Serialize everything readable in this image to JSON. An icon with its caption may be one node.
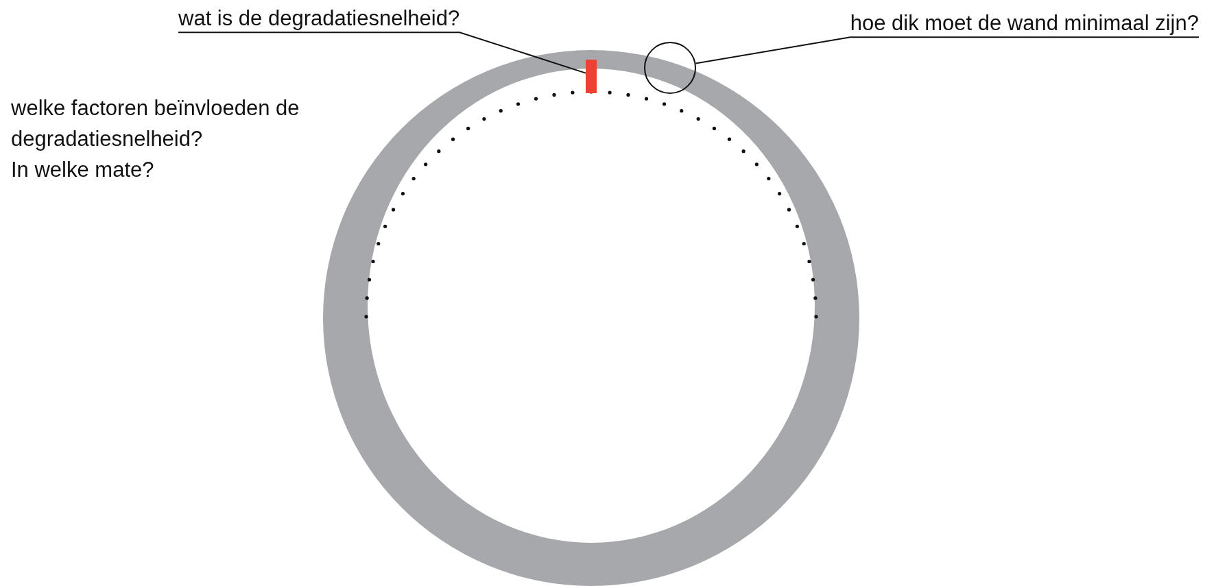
{
  "diagram": {
    "nodes": [
      {
        "text": [
          "wat is de degradatiesnelheid?"
        ]
      },
      {
        "text": [],
        "shape": "bar"
      },
      {
        "text": [
          "hoe dik moet de wand minimaal zijn?"
        ]
      },
      {
        "text": [],
        "shape": "circle"
      }
    ],
    "edges": [
      {
        "from": 0,
        "to": 1,
        "arrow": "none"
      },
      {
        "from": 2,
        "to": 3,
        "arrow": "none"
      }
    ],
    "labels": [
      "welke factoren beïnvloeden de degradatiesnelheid?",
      "In welke mate?"
    ]
  }
}
